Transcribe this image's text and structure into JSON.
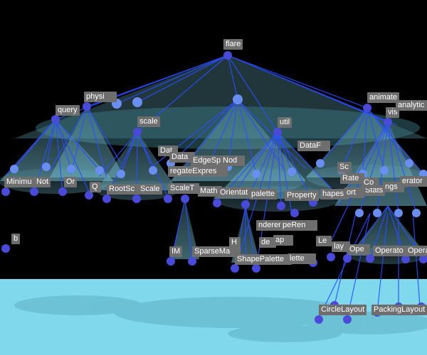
{
  "colors": {
    "background": "#000000",
    "ground": "#7fd8ec",
    "edge": "#2a4fff",
    "node": "#4a4ad8",
    "cone": "#6fb6c8",
    "label_bg": "#6e6e6e"
  },
  "labels": {
    "flare": "flare",
    "physics": "physi",
    "query": "query",
    "scale": "scale",
    "animate": "animate",
    "vis": "vis",
    "analytics": "analytic",
    "util": "util",
    "datafield": "DataF",
    "data1": "Dat",
    "data2": "Data",
    "edgesprite": "EdgeSp",
    "node": "Nod",
    "aggregate_expr": "regateExpres",
    "minimum": "Minimu",
    "not": "Not",
    "or": "Or",
    "q": "Q",
    "rootscale": "RootSc",
    "scale_item": "Scale",
    "scaletype": "ScaleT",
    "math": "Math",
    "orientation": "Orientat",
    "palette": "palette",
    "property": "Property",
    "shapes": "hapes",
    "sort": "ort",
    "stats": "Stats",
    "sc": "Sc",
    "ngs": "ngs",
    "operator": "erator",
    "co": "Co",
    "rate": "Rate",
    "renderer": "nderer",
    "shaperenderer": "peRen",
    "ap": "ap",
    "hd": "H",
    "de": "de",
    "lette": "lette",
    "shapepalette": "ShapePalette",
    "im": "IM",
    "sparsematrix": "SparseMa",
    "b": "b",
    "le": "Le",
    "lay": "lay",
    "ope": "Ope",
    "operato": "Operato",
    "opera": "Opera",
    "circlelayout": "CircleLayout",
    "packinglayout": "PackingLayout"
  }
}
